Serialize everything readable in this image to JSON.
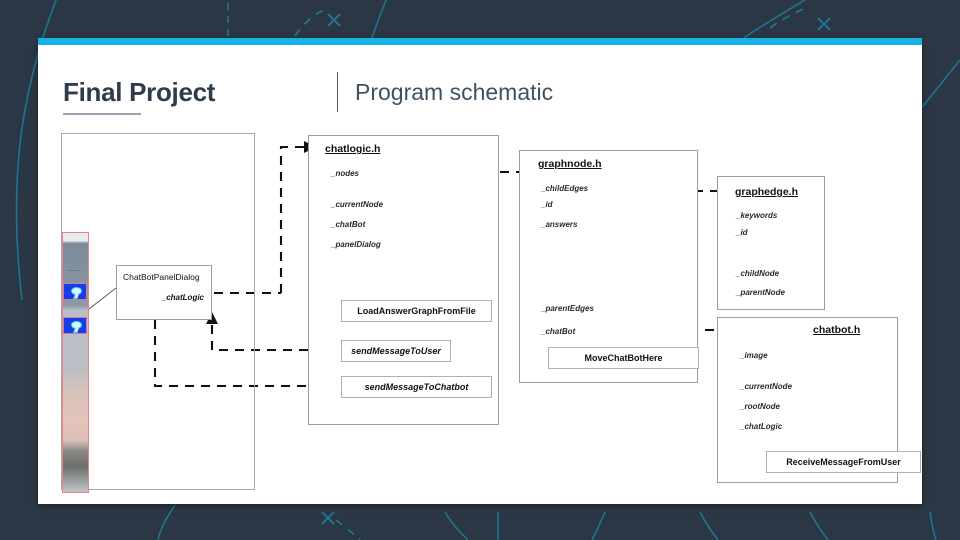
{
  "background": {
    "color": "#2b3744",
    "accent": "#16b3e8",
    "decor_line_color": "#1f7f9c"
  },
  "slide": {
    "bg": "#ffffff",
    "topbar_color": "#16b3e8",
    "header": {
      "title": "Final Project",
      "subtitle": "Program schematic"
    }
  },
  "diagram": {
    "left_panel_label": "screenshot-outline-panel",
    "app_screenshot": {
      "name": "chatbot-app-screenshot",
      "highlight_border": "#f08080",
      "selected_rows": 2
    },
    "panel_dialog": {
      "title": "ChatBotPanelDialog",
      "field": "_chatLogic"
    },
    "classes": [
      {
        "id": "chatlogic",
        "title": "chatlogic.h",
        "fields": [
          "_nodes",
          "_currentNode",
          "_chatBot",
          "_panelDialog"
        ],
        "methods": [
          {
            "label": "LoadAnswerGraphFromFile",
            "italic": false
          },
          {
            "label": "sendMessageToUser",
            "italic": true
          },
          {
            "label": "sendMessageToChatbot",
            "italic": true
          }
        ]
      },
      {
        "id": "graphnode",
        "title": "graphnode.h",
        "fields": [
          "_childEdges",
          "_id",
          "_answers",
          "_parentEdges",
          "_chatBot"
        ],
        "methods": [
          {
            "label": "MoveChatBotHere",
            "italic": false
          }
        ]
      },
      {
        "id": "graphedge",
        "title": "graphedge.h",
        "fields": [
          "_keywords",
          "_id",
          "_childNode",
          "_parentNode"
        ],
        "methods": []
      },
      {
        "id": "chatbot",
        "title": "chatbot.h",
        "fields": [
          "_image",
          "_currentNode",
          "_rootNode",
          "_chatLogic"
        ],
        "methods": [
          {
            "label": "ReceiveMessageFromUser",
            "italic": false
          }
        ]
      }
    ]
  }
}
